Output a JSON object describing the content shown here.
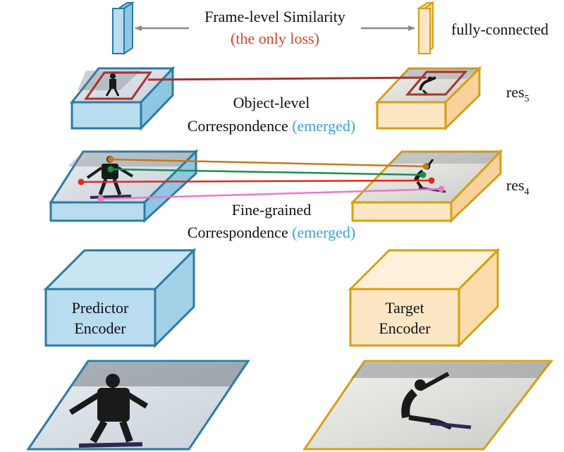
{
  "top": {
    "similarity_label": "Frame-level Similarity",
    "loss_note": "(the only loss)",
    "fc_label": "fully-connected"
  },
  "res5": {
    "level_label_base": "res",
    "level_label_sub": "5",
    "caption_line1": "Object-level",
    "caption_line2_prefix": "Correspondence",
    "caption_emerged": "(emerged)"
  },
  "res4": {
    "level_label_base": "res",
    "level_label_sub": "4",
    "caption_line1": "Fine-grained",
    "caption_line2_prefix": "Correspondence",
    "caption_emerged": "(emerged)"
  },
  "encoders": {
    "predictor_line1": "Predictor",
    "predictor_line2": "Encoder",
    "target_line1": "Target",
    "target_line2": "Encoder"
  },
  "colors": {
    "predictor_fill": "#b9dcef",
    "predictor_stroke": "#2b7ba3",
    "target_fill": "#fde6c4",
    "target_stroke": "#d4a017",
    "loss_red": "#d9412b",
    "emerged_blue": "#3aa3df",
    "object_box": "#a83232",
    "line_orange": "#c07a1c",
    "line_green": "#1a8f4a",
    "line_red": "#e02a1a",
    "line_pink": "#ee77c8",
    "arrow_gray": "#8a8a8a"
  }
}
